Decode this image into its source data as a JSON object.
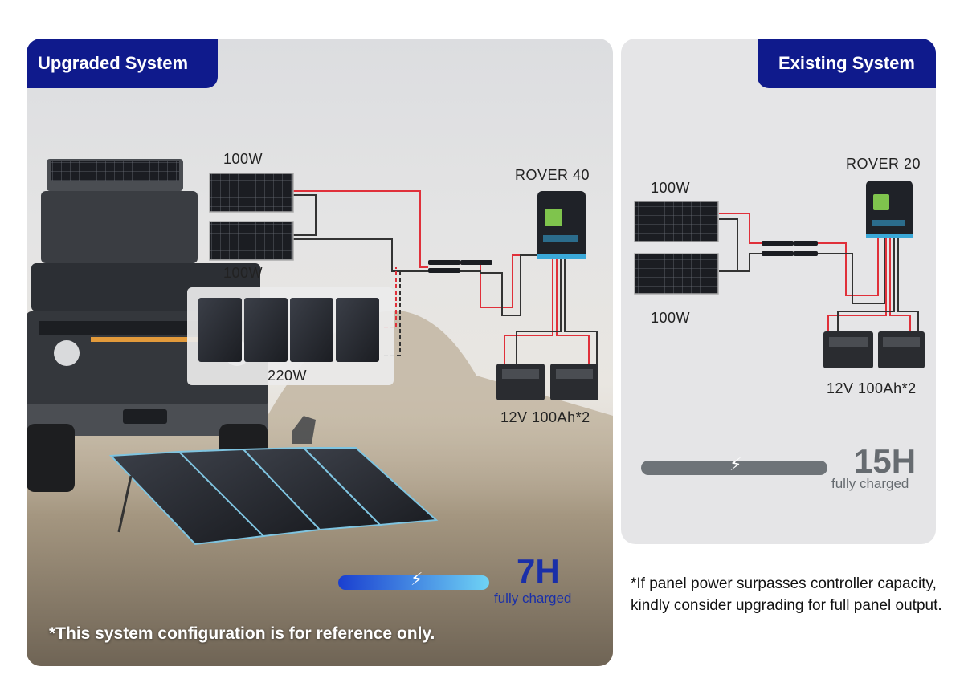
{
  "upgraded": {
    "tag": "Upgraded System",
    "panel_top_label": "100W",
    "panel_bottom_label": "100W",
    "foldable_label": "220W",
    "controller_label": "ROVER 40",
    "battery_label": "12V 100Ah*2",
    "charge_time": "7H",
    "charge_caption": "fully charged",
    "note": "*This system configuration is for reference only."
  },
  "existing": {
    "tag": "Existing System",
    "panel_top_label": "100W",
    "panel_bottom_label": "100W",
    "controller_label": "ROVER 20",
    "battery_label": "12V 100Ah*2",
    "charge_time": "15H",
    "charge_caption": "fully charged"
  },
  "footnote": "*If panel power surpasses controller capacity, kindly consider upgrading for full panel output.",
  "colors": {
    "tag_bg": "#0f1a8c",
    "positive_wire": "#e0303a",
    "negative_wire": "#333333",
    "fast_bar_start": "#1a3fd0",
    "fast_bar_end": "#6fd3f5",
    "slow_bar": "#6e7378",
    "fast_text": "#1a2fa8",
    "slow_text": "#666b70"
  }
}
